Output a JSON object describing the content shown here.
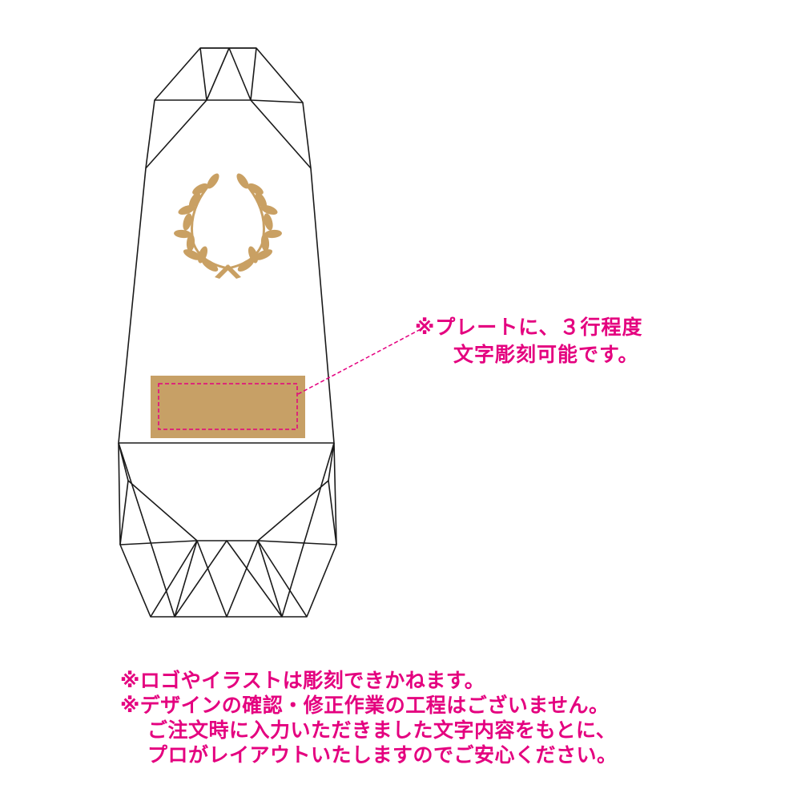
{
  "colors": {
    "accent": "#e4007f",
    "plate": "#c7a066",
    "outline": "#1a1a1a",
    "logo": "#c9a063"
  },
  "icons": {
    "emblem": "laurel-wreath-icon"
  },
  "callout": {
    "line1": "※プレートに、３行程度",
    "line2": "文字彫刻可能です。"
  },
  "notes": [
    "※ロゴやイラストは彫刻できかねます。",
    "※デザインの確認・修正作業の工程はございません。",
    "ご注文時に入力いただきました文字内容をもとに、",
    "プロがレイアウトいたしますのでご安心ください。"
  ]
}
